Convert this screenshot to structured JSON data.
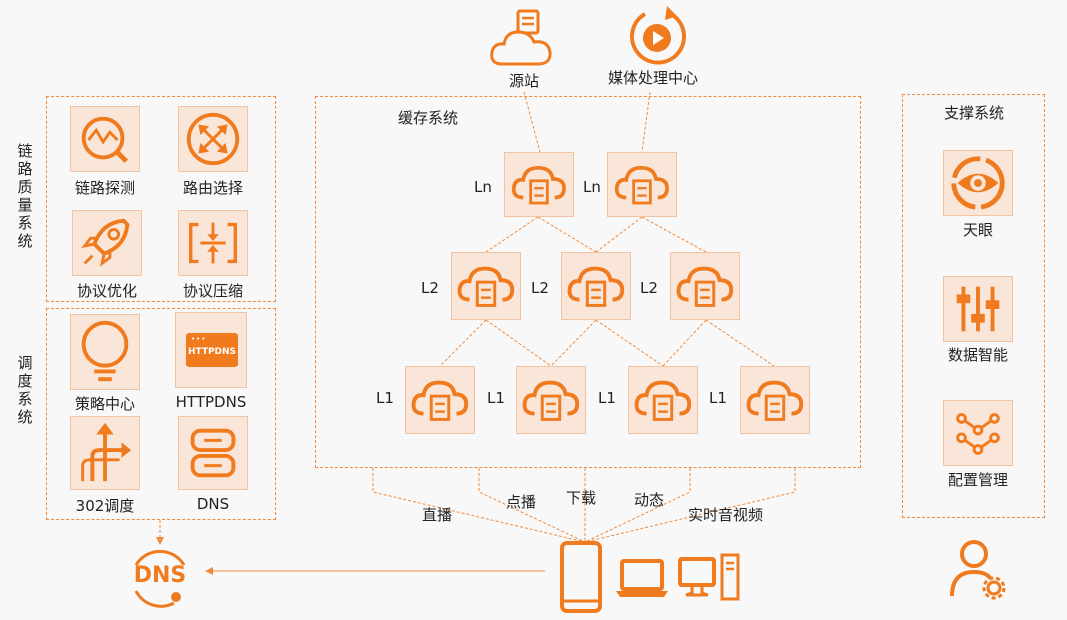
{
  "top": {
    "origin": "源站",
    "media": "媒体处理中心"
  },
  "left": {
    "group1_title": "链路质量系统",
    "group1_items": [
      "链路探测",
      "路由选择",
      "协议优化",
      "协议压缩"
    ],
    "group2_title": "调度系统",
    "group2_items": [
      "策略中心",
      "HTTPDNS",
      "302调度",
      "DNS"
    ],
    "httpdns_badge": "HTTPDNS",
    "dns_logo": "DNS"
  },
  "cache": {
    "title": "缓存系统",
    "levels": {
      "ln": "Ln",
      "l2": "L2",
      "l1": "L1"
    }
  },
  "right": {
    "title": "支撑系统",
    "items": [
      "天眼",
      "数据智能",
      "配置管理"
    ]
  },
  "bottom": {
    "services": [
      "直播",
      "点播",
      "下载",
      "动态",
      "实时音视频"
    ]
  },
  "colors": {
    "accent": "#f07a1e",
    "tile": "#fae6d9",
    "dash": "#f08a3c"
  }
}
